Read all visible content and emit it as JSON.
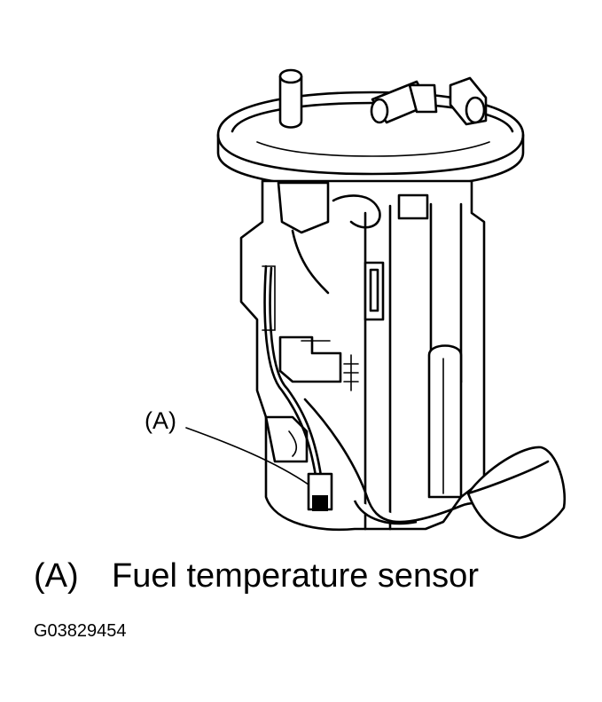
{
  "callout": {
    "id": "(A)"
  },
  "legend": {
    "key": "(A)",
    "text": "Fuel temperature sensor"
  },
  "figure_code": "G03829454"
}
